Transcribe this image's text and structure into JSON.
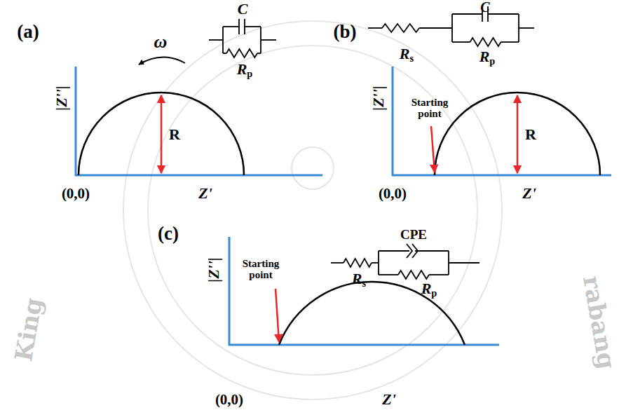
{
  "diagram": {
    "labels": [
      "(a)",
      "C",
      "Rp",
      "ω",
      "|Z''|",
      "R",
      "(0,0)",
      "Z'",
      "(b)",
      "C",
      "Rs",
      "Rp",
      "|Z''|",
      "Starting point",
      "R",
      "(0,0)",
      "Z'",
      "(c)",
      "CPE",
      "Rs",
      "Rp",
      "|Z''|",
      "Starting point",
      "(0,0)",
      "Z'",
      "King",
      "rabang"
    ]
  }
}
